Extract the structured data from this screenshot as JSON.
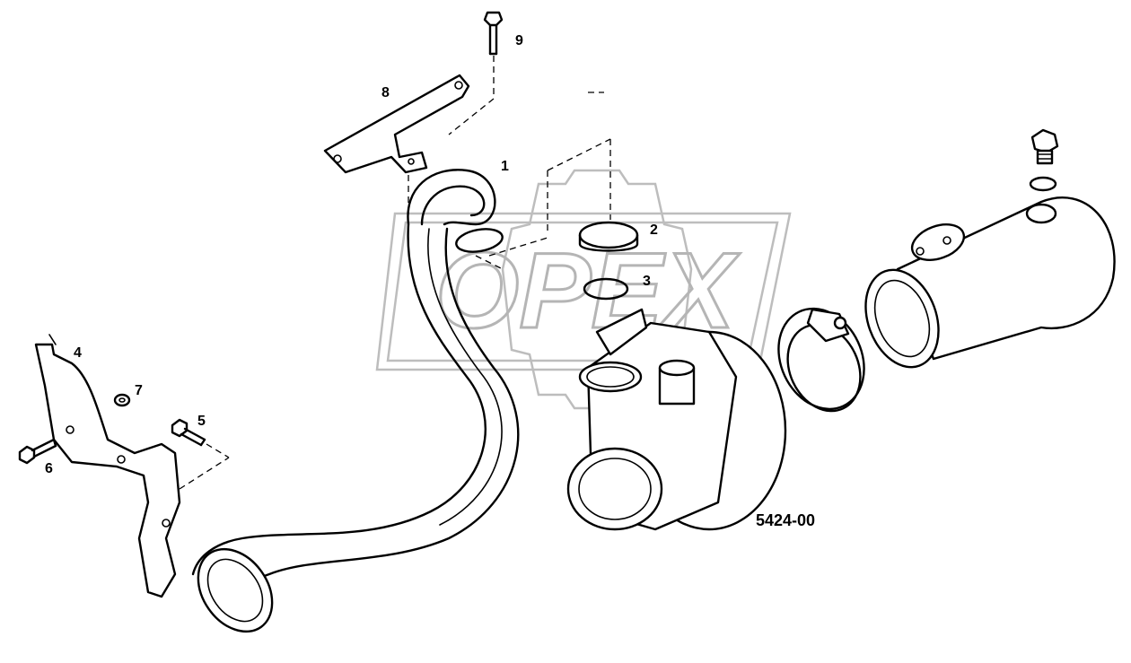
{
  "diagram": {
    "drawing_code": "5424-00",
    "watermark_text": "OPEX",
    "callouts": [
      {
        "id": "1",
        "label": "1"
      },
      {
        "id": "2",
        "label": "2"
      },
      {
        "id": "3",
        "label": "3"
      },
      {
        "id": "4",
        "label": "4"
      },
      {
        "id": "5",
        "label": "5"
      },
      {
        "id": "6",
        "label": "6"
      },
      {
        "id": "7",
        "label": "7"
      },
      {
        "id": "8",
        "label": "8"
      },
      {
        "id": "9",
        "label": "9"
      }
    ],
    "colors": {
      "line": "#000000",
      "background": "#ffffff",
      "watermark": "#b5b5b5"
    }
  }
}
